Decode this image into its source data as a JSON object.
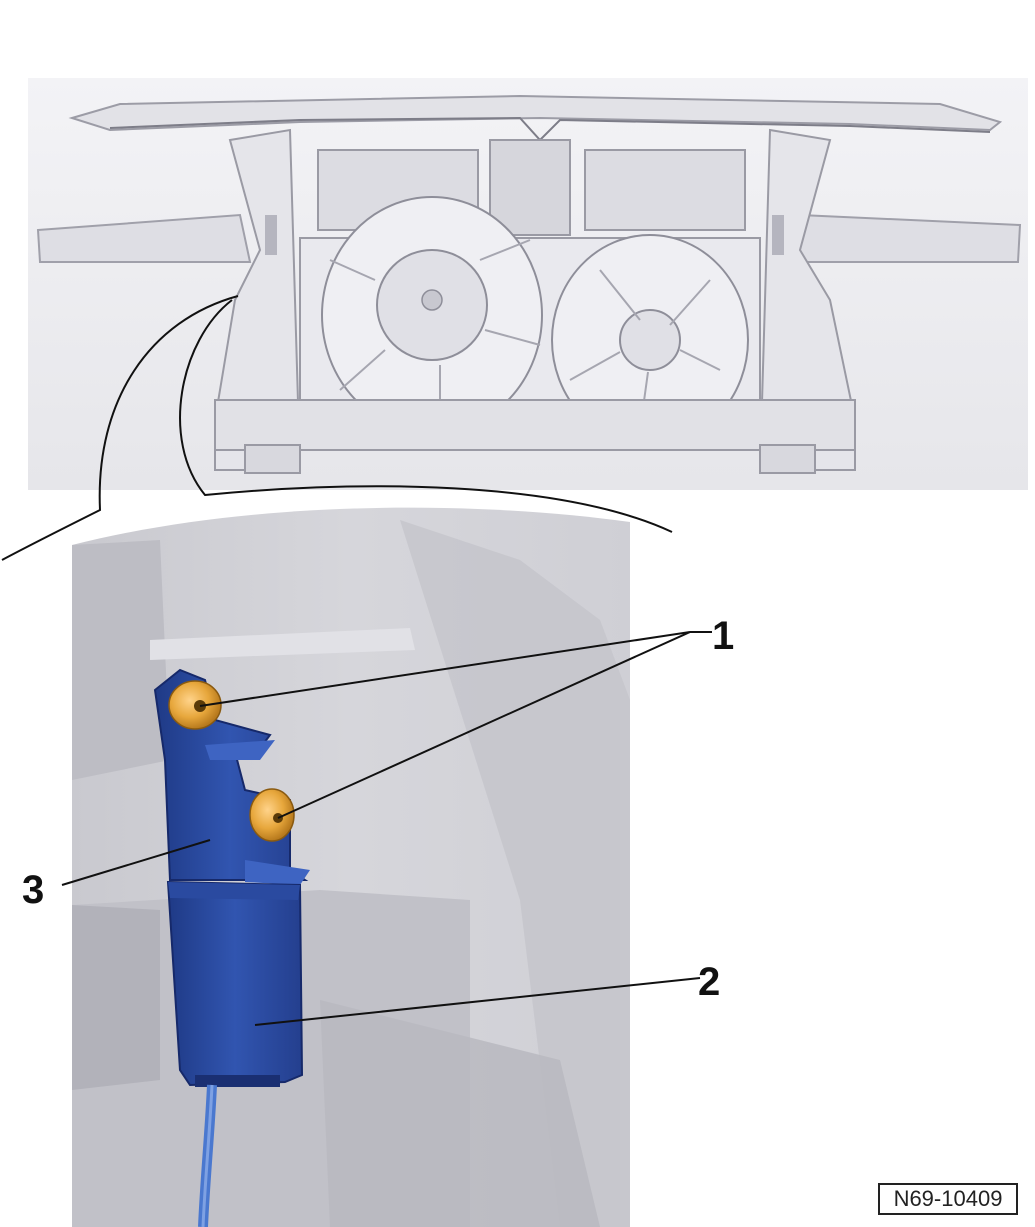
{
  "callouts": {
    "one": "1",
    "two": "2",
    "three": "3"
  },
  "figure_ref": "N69-10409",
  "colors": {
    "bracket": "#2f4fa8",
    "connector": "#27408c",
    "fastener": "#e7a73c",
    "cable": "#4a78cf",
    "background_gray": "#dcdde3"
  }
}
